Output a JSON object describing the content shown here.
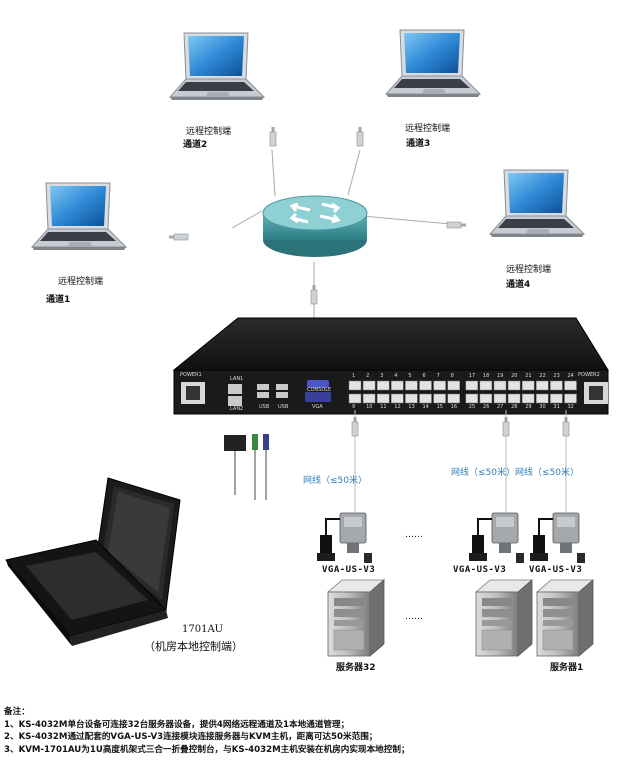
{
  "remote_consoles": [
    {
      "role": "远程控制端",
      "channel": "通道2"
    },
    {
      "role": "远程控制端",
      "channel": "通道3"
    },
    {
      "role": "远程控制端",
      "channel": "通道1"
    },
    {
      "role": "远程控制端",
      "channel": "通道4"
    }
  ],
  "kvm_panel": {
    "power1": "POWER1",
    "power2": "POWER2",
    "lan1": "LAN1",
    "lan2": "LAN2",
    "usb": "USB",
    "console": "CONSOLE",
    "vga": "VGA",
    "ports_top": [
      "1",
      "2",
      "3",
      "4",
      "5",
      "6",
      "7",
      "8",
      "17",
      "18",
      "19",
      "20",
      "21",
      "22",
      "23",
      "24"
    ],
    "ports_bottom": [
      "9",
      "10",
      "11",
      "12",
      "13",
      "14",
      "15",
      "16",
      "25",
      "26",
      "27",
      "28",
      "29",
      "30",
      "31",
      "32"
    ]
  },
  "cable_labels": [
    "网线（≤50米）",
    "网线（≤50米）",
    "网线（≤50米）"
  ],
  "adapters": [
    "VGA-US-V3",
    "VGA-US-V3",
    "VGA-US-V3"
  ],
  "ellipsis": "……",
  "servers": {
    "left": "服务器32",
    "right": "服务器1"
  },
  "local_console": {
    "model": "1701AU",
    "desc": "（机房本地控制端）"
  },
  "notes": {
    "title": "备注：",
    "lines": [
      "1、KS-4032M单台设备可连接32台服务器设备，提供4网络远程通道及1本地通道管理；",
      "2、KS-4032M通过配套的VGA-US-V3连接模块连接服务器与KVM主机，距离可达50米范围；",
      "3、KVM-1701AU为1U高度机架式三合一折叠控制台，与KS-4032M主机安装在机房内实现本地控制；"
    ]
  }
}
